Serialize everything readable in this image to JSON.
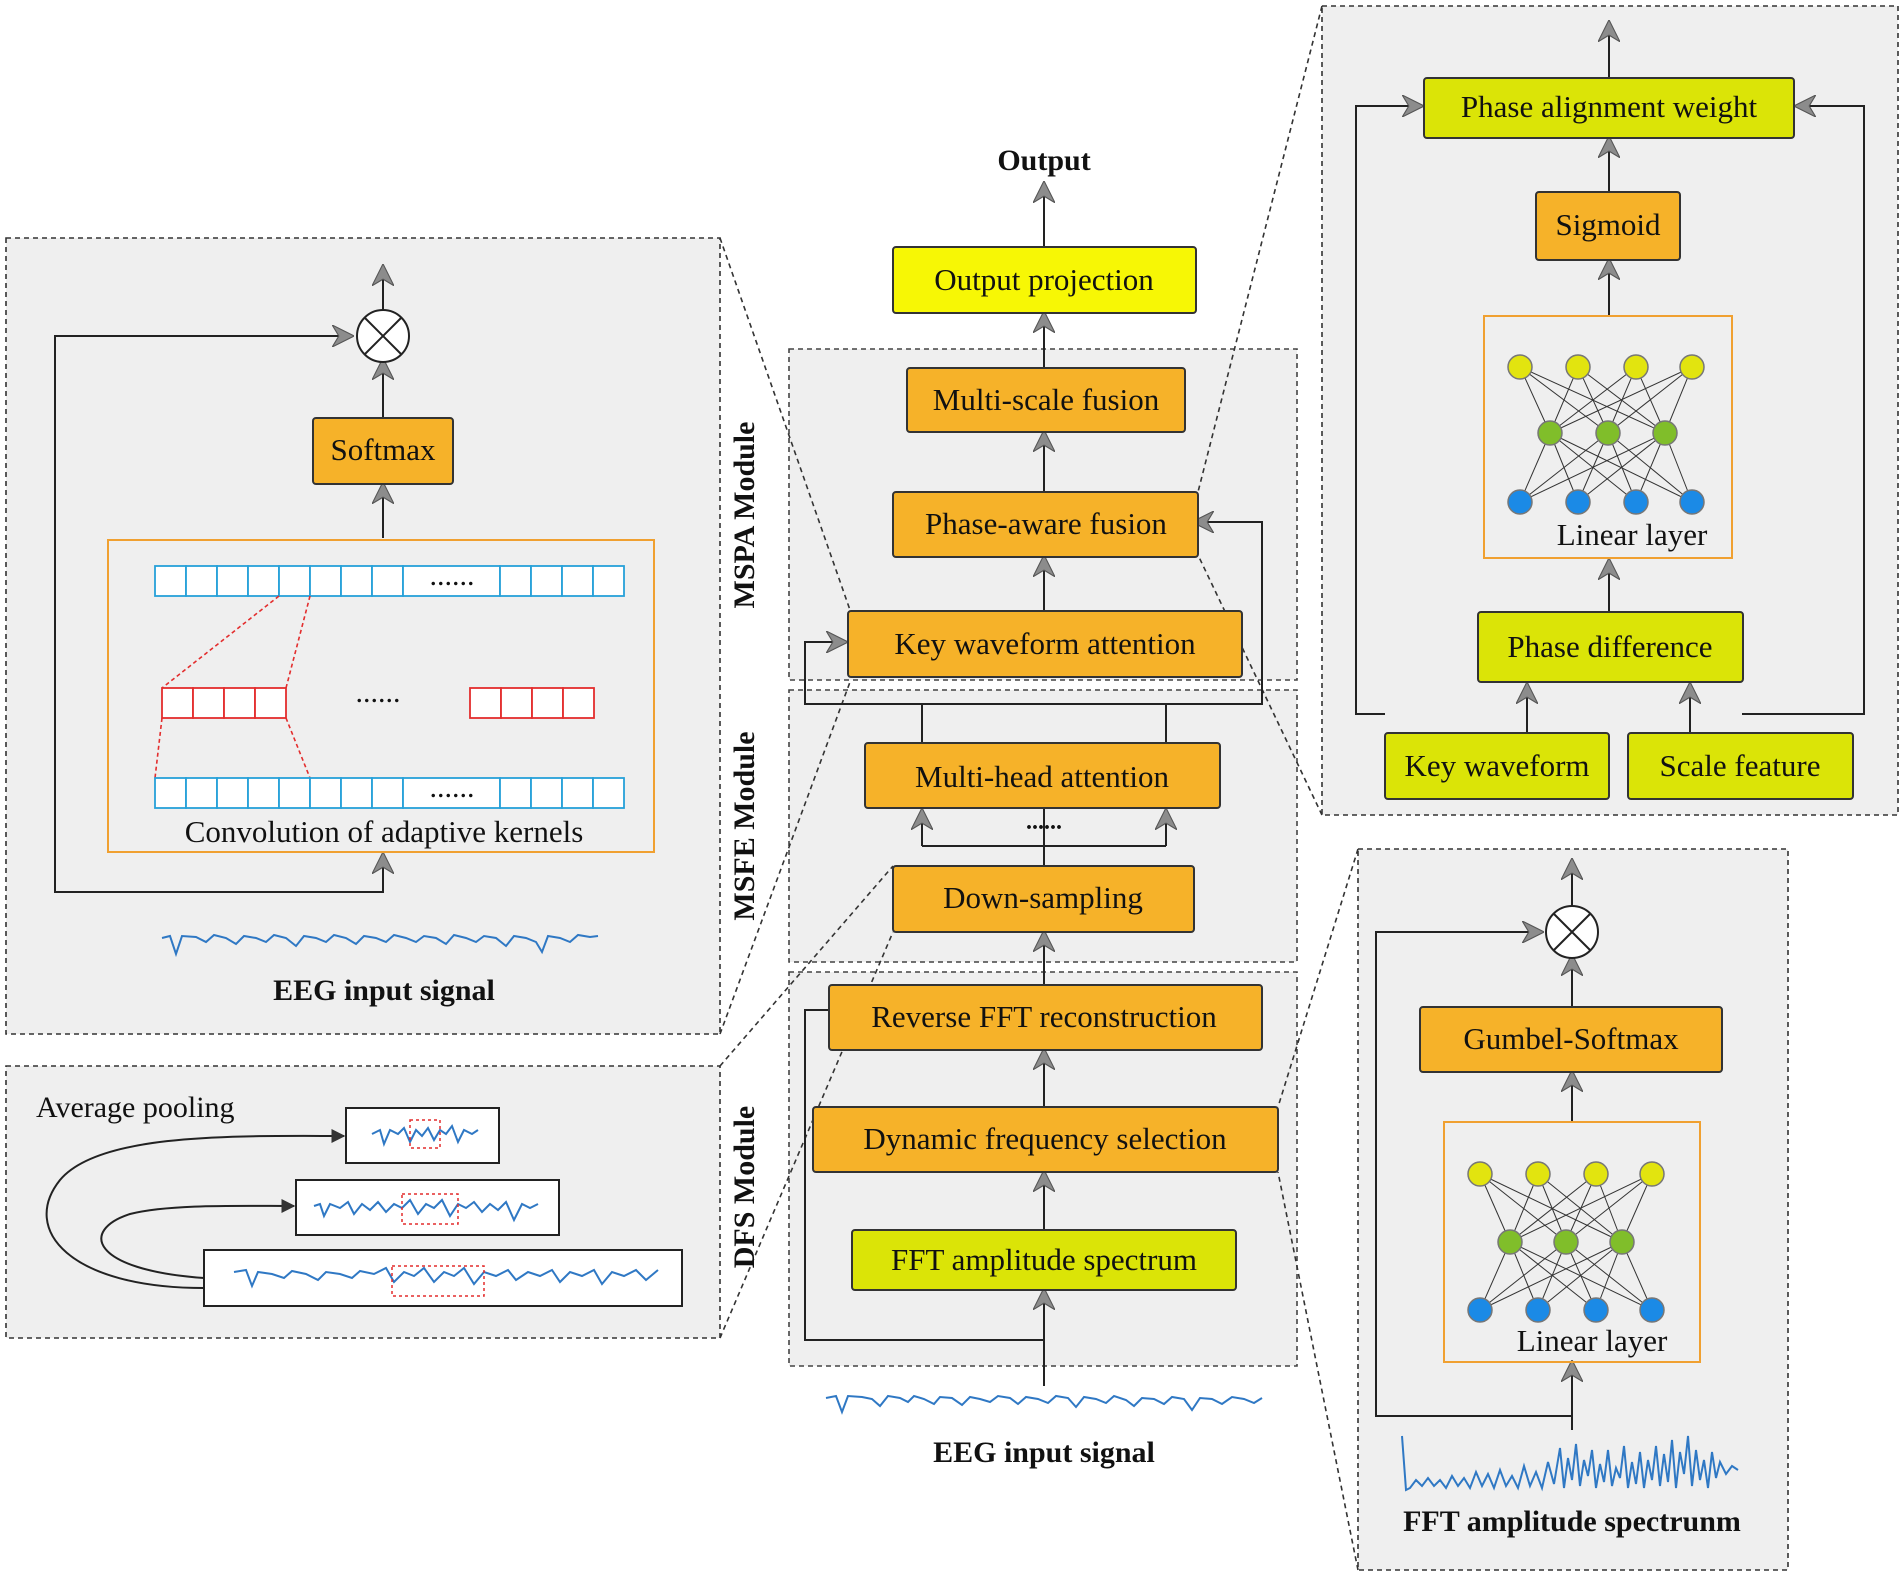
{
  "center": {
    "output": "Output",
    "output_projection": "Output projection",
    "multi_scale_fusion": "Multi-scale fusion",
    "phase_aware_fusion": "Phase-aware fusion",
    "key_waveform_attention": "Key waveform attention",
    "multi_head_attention": "Multi-head attention",
    "dots": "......",
    "down_sampling": "Down-sampling",
    "reverse_fft": "Reverse FFT reconstruction",
    "dynamic_frequency_selection": "Dynamic frequency selection",
    "fft_amplitude_spectrum": "FFT amplitude spectrum",
    "input_caption": "EEG input signal"
  },
  "modules": {
    "mspa": "MSPA Module",
    "msfe": "MSFE Module",
    "dfs": "DFS Module"
  },
  "left_top": {
    "softmax": "Softmax",
    "row_dots": "......",
    "kernel_dots": "......",
    "conv_caption": "Convolution of adaptive kernels",
    "input_caption": "EEG input signal"
  },
  "left_bottom": {
    "title": "Average pooling"
  },
  "right_top": {
    "phase_alignment_weight": "Phase alignment weight",
    "sigmoid": "Sigmoid",
    "linear_layer": "Linear layer",
    "phase_difference": "Phase difference",
    "key_waveform": "Key waveform",
    "scale_feature": "Scale feature"
  },
  "right_bottom": {
    "gumbel_softmax": "Gumbel-Softmax",
    "linear_layer": "Linear layer",
    "caption": "FFT amplitude spectrunm"
  },
  "colors": {
    "orange_box": "#f6b229",
    "yellow_box": "#f7f705",
    "green_box": "#dbe407",
    "signal": "#2f78c4",
    "panel_bg": "#efefef"
  }
}
